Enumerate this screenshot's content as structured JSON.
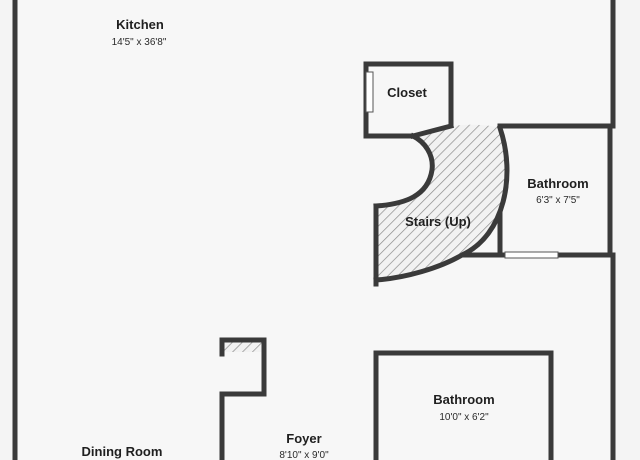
{
  "rooms": {
    "kitchen": {
      "name": "Kitchen",
      "dims": "14'5\" x 36'8\""
    },
    "closet": {
      "name": "Closet"
    },
    "stairs": {
      "name": "Stairs (Up)"
    },
    "bathroom_small": {
      "name": "Bathroom",
      "dims": "6'3\" x 7'5\""
    },
    "bathroom_large": {
      "name": "Bathroom",
      "dims": "10'0\" x 6'2\""
    },
    "foyer": {
      "name": "Foyer",
      "dims": "8'10\" x 9'0\""
    },
    "dining_room": {
      "name": "Dining Room"
    }
  },
  "colors": {
    "background": "#f4f4f4",
    "wall": "#3a3a3a",
    "floor": "#f7f7f7",
    "hatch": "#8a8a8a"
  }
}
